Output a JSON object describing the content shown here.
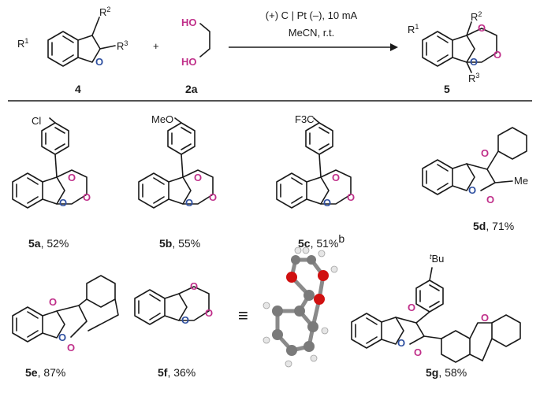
{
  "reaction": {
    "conditions_line1": "(+) C | Pt (–), 10 mA",
    "conditions_line2": "MeCN, r.t.",
    "plus": "+",
    "reactant1_label": "4",
    "reactant2_label": "2a",
    "product_label": "5",
    "reactant1_substituents": {
      "r1": "R",
      "r1_sup": "1",
      "r2": "R",
      "r2_sup": "2",
      "r3": "R",
      "r3_sup": "3"
    },
    "reactant2_groups": {
      "ho_top": "HO",
      "ho_bottom": "HO"
    },
    "product_substituents": {
      "r1": "R",
      "r1_sup": "1",
      "r2": "R",
      "r2_sup": "2",
      "r3": "R",
      "r3_sup": "3"
    }
  },
  "atoms": {
    "oxygen": "O"
  },
  "substituents": {
    "chloro": "Cl",
    "methoxy": "MeO",
    "trifluoromethyl": "F3C",
    "methyl": "Me",
    "tbutyl_prefix": "t",
    "tbutyl": "Bu"
  },
  "products": [
    {
      "id": "5a",
      "yield": ", 52%",
      "note": ""
    },
    {
      "id": "5b",
      "yield": ", 55%",
      "note": ""
    },
    {
      "id": "5c",
      "yield": ", 51%",
      "note": "b"
    },
    {
      "id": "5d",
      "yield": ", 71%",
      "note": ""
    },
    {
      "id": "5e",
      "yield": ", 87%",
      "note": ""
    },
    {
      "id": "5f",
      "yield": ", 36%",
      "note": ""
    },
    {
      "id": "5g",
      "yield": ", 58%",
      "note": ""
    }
  ],
  "equivalence_symbol": "≡",
  "colors": {
    "ether_oxygen": "#c0308a",
    "furan_oxygen": "#2e4fa0",
    "carbon_ball": "#7a7a7a",
    "oxygen_ball": "#d01010",
    "hydrogen_ball": "#e6e6e6"
  }
}
